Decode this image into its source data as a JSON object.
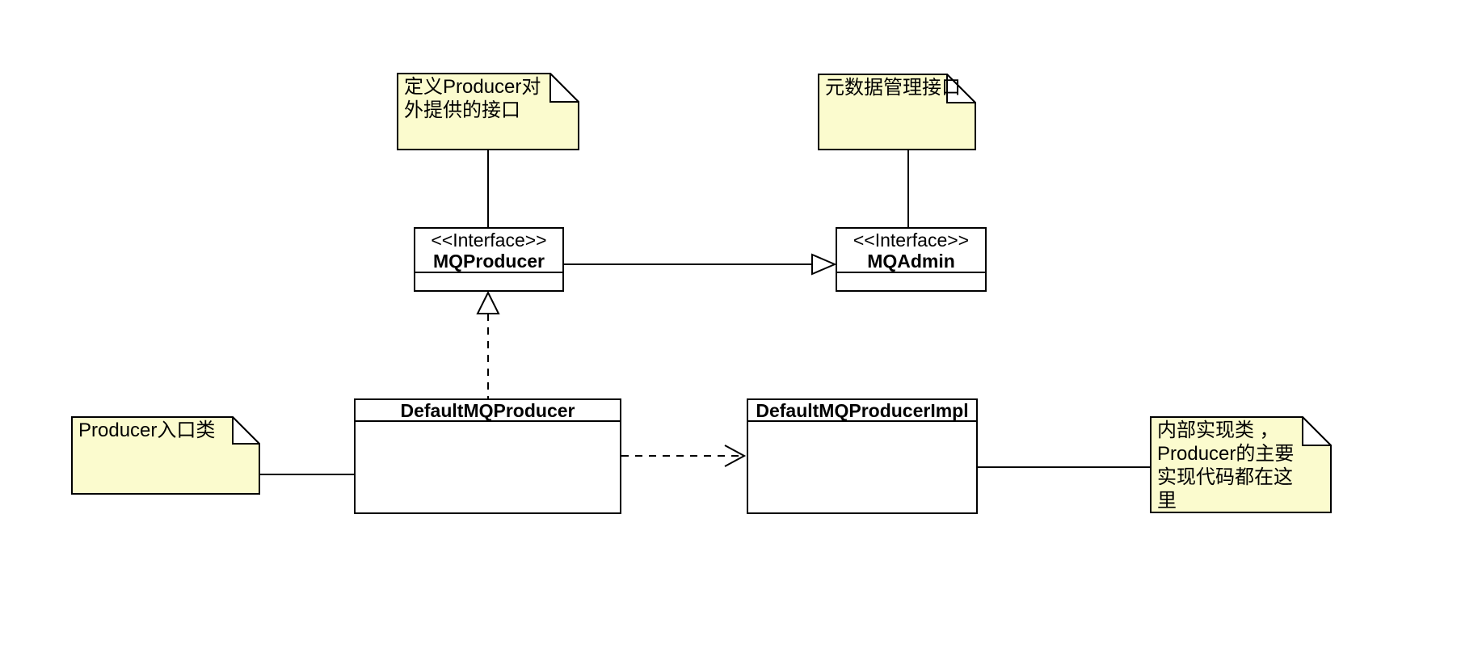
{
  "diagram": {
    "kind": "uml-class-diagram",
    "background_color": "#ffffff",
    "note_fill_color": "#fbfbce",
    "box_fill_color": "#ffffff",
    "line_color": "#000000"
  },
  "notes": [
    {
      "id": "note-producer-interface",
      "text": "定义Producer对\n外提供的接口",
      "attached_to": "MQProducer"
    },
    {
      "id": "note-metadata-interface",
      "text": "元数据管理接口",
      "attached_to": "MQAdmin"
    },
    {
      "id": "note-producer-entry",
      "text": "Producer入口类",
      "attached_to": "DefaultMQProducer"
    },
    {
      "id": "note-internal-impl",
      "text": "内部实现类 ，\nProducer的主要\n实现代码都在这\n里",
      "attached_to": "DefaultMQProducerImpl"
    }
  ],
  "classes": [
    {
      "stereotype": "<<Interface>>",
      "name": "MQProducer"
    },
    {
      "stereotype": "<<Interface>>",
      "name": "MQAdmin"
    },
    {
      "name": "DefaultMQProducer"
    },
    {
      "name": "DefaultMQProducerImpl"
    }
  ],
  "relationships": [
    {
      "from": "MQProducer",
      "to": "MQAdmin",
      "type": "generalization",
      "line": "solid",
      "arrowhead": "hollow-triangle"
    },
    {
      "from": "DefaultMQProducer",
      "to": "MQProducer",
      "type": "realization",
      "line": "dashed",
      "arrowhead": "hollow-triangle"
    },
    {
      "from": "DefaultMQProducer",
      "to": "DefaultMQProducerImpl",
      "type": "dependency",
      "line": "dashed",
      "arrowhead": "open"
    }
  ]
}
